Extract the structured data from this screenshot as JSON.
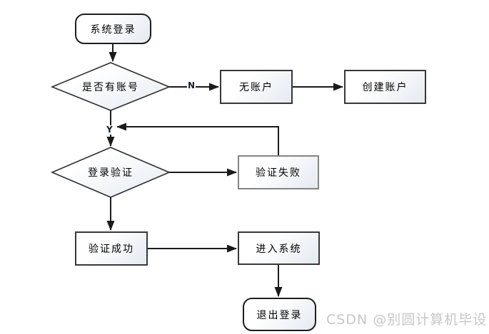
{
  "nodes": {
    "start": {
      "label": "系统登录",
      "type": "terminator"
    },
    "has_account": {
      "label": "是否有账号",
      "type": "decision"
    },
    "no_account": {
      "label": "无账户",
      "type": "process"
    },
    "create_account": {
      "label": "创建账户",
      "type": "process"
    },
    "login_verify": {
      "label": "登录验证",
      "type": "decision"
    },
    "verify_fail": {
      "label": "验证失败",
      "type": "process"
    },
    "verify_success": {
      "label": "验证成功",
      "type": "process"
    },
    "enter_system": {
      "label": "进入系统",
      "type": "process"
    },
    "logout": {
      "label": "退出登录",
      "type": "terminator"
    }
  },
  "edge_labels": {
    "no": "N",
    "yes": "Y"
  },
  "colors": {
    "line": "#1a1a1a",
    "shape_border": "#383838",
    "shape_border_gray": "#848484",
    "shape_fill_top": "#ffffff",
    "shape_fill_bottom": "#e4e9f1",
    "watermark": "#c7c7c7"
  },
  "watermark": {
    "text": "CSDN @别圆计算机毕设"
  }
}
